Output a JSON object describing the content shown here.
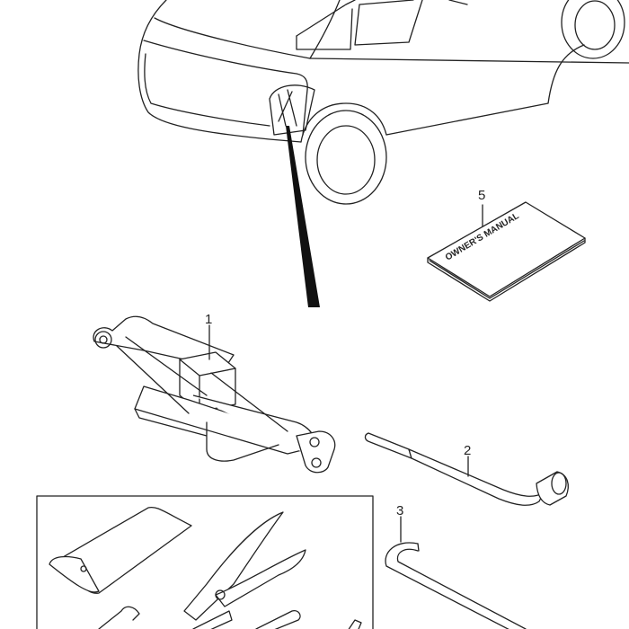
{
  "diagram": {
    "callouts": {
      "jack": "1",
      "wheel_wrench": "2",
      "jack_handle": "3",
      "owners_manual": "5"
    },
    "manual_cover_text": "OWNER'S MANUAL"
  }
}
